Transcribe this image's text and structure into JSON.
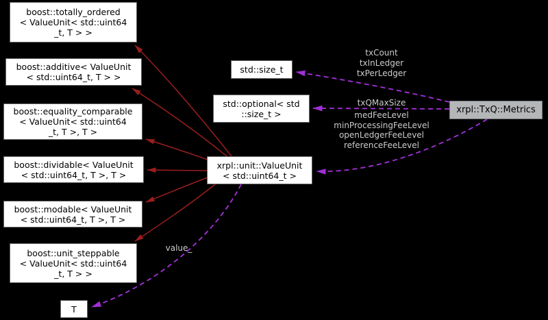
{
  "diagram_type": "collaboration-graph",
  "colors": {
    "background": "#000000",
    "node_fill": "#ffffff",
    "node_border": "#666666",
    "node_text": "#000000",
    "highlight_node_fill": "#b4b6b8",
    "inheritance_edge": "#9b1e1e",
    "usage_edge": "#a02fd6",
    "edge_label_text": "#cccccc"
  },
  "nodes": {
    "totally_ordered": {
      "lines": [
        "boost::totally_ordered",
        "< ValueUnit< std::uint64",
        "_t, T > >"
      ]
    },
    "additive": {
      "lines": [
        "boost::additive< ValueUnit",
        "< std::uint64_t, T > >"
      ]
    },
    "equality_comparable": {
      "lines": [
        "boost::equality_comparable",
        "< ValueUnit< std::uint64",
        "_t, T >, T >"
      ]
    },
    "dividable": {
      "lines": [
        "boost::dividable< ValueUnit",
        "< std::uint64_t, T >, T >"
      ]
    },
    "modable": {
      "lines": [
        "boost::modable< ValueUnit",
        "< std::uint64_t, T >, T >"
      ]
    },
    "unit_steppable": {
      "lines": [
        "boost::unit_steppable",
        "< ValueUnit< std::uint64",
        "_t, T > >"
      ]
    },
    "t_param": {
      "lines": [
        "T"
      ]
    },
    "size_t": {
      "lines": [
        "std::size_t"
      ]
    },
    "optional_size_t": {
      "lines": [
        "std::optional< std",
        "::size_t >"
      ]
    },
    "value_unit": {
      "lines": [
        "xrpl::unit::ValueUnit",
        "< std::uint64_t >"
      ]
    },
    "metrics": {
      "lines": [
        "xrpl::TxQ::Metrics"
      ]
    }
  },
  "edge_labels": {
    "size_t_members": {
      "lines": [
        "txCount",
        "txInLedger",
        "txPerLedger"
      ]
    },
    "optional_member": {
      "lines": [
        "txQMaxSize"
      ]
    },
    "fee_members": {
      "lines": [
        "medFeeLevel",
        "minProcessingFeeLevel",
        "openLedgerFeeLevel",
        "referenceFeeLevel"
      ]
    },
    "value_member": {
      "lines": [
        "value_"
      ]
    }
  }
}
